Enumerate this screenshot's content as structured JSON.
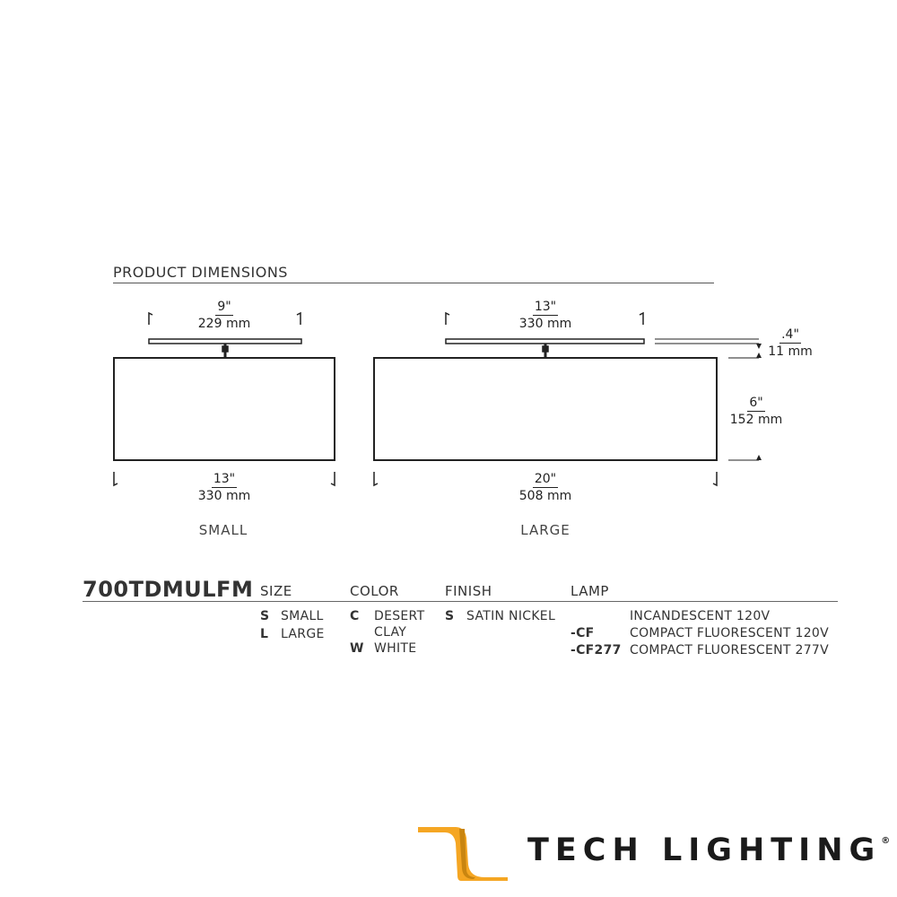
{
  "section_title": "PRODUCT DIMENSIONS",
  "small": {
    "top_width_in": "9\"",
    "top_width_mm": "229 mm",
    "bottom_width_in": "13\"",
    "bottom_width_mm": "330 mm",
    "caption": "SMALL"
  },
  "large": {
    "top_width_in": "13\"",
    "top_width_mm": "330 mm",
    "bottom_width_in": "20\"",
    "bottom_width_mm": "508 mm",
    "caption": "LARGE"
  },
  "side": {
    "canopy_in": ".4\"",
    "canopy_mm": "11 mm",
    "height_in": "6\"",
    "height_mm": "152 mm"
  },
  "spec": {
    "model": "700TDMULFM",
    "headers": {
      "size": "SIZE",
      "color": "COLOR",
      "finish": "FINISH",
      "lamp": "LAMP"
    },
    "size_options": [
      {
        "code": "S",
        "label": "SMALL"
      },
      {
        "code": "L",
        "label": "LARGE"
      }
    ],
    "color_options": [
      {
        "code": "C",
        "label": "DESERT CLAY"
      },
      {
        "code": "W",
        "label": "WHITE"
      }
    ],
    "finish_options": [
      {
        "code": "S",
        "label": "SATIN NICKEL"
      }
    ],
    "lamp_options": [
      {
        "code": "",
        "label": "INCANDESCENT 120V"
      },
      {
        "code": "-CF",
        "label": "COMPACT FLUORESCENT 120V"
      },
      {
        "code": "-CF277",
        "label": "COMPACT FLUORESCENT 277V"
      }
    ]
  },
  "brand": {
    "name": "TECH LIGHTING",
    "mark": "®",
    "logo_color": "#f5a623"
  }
}
